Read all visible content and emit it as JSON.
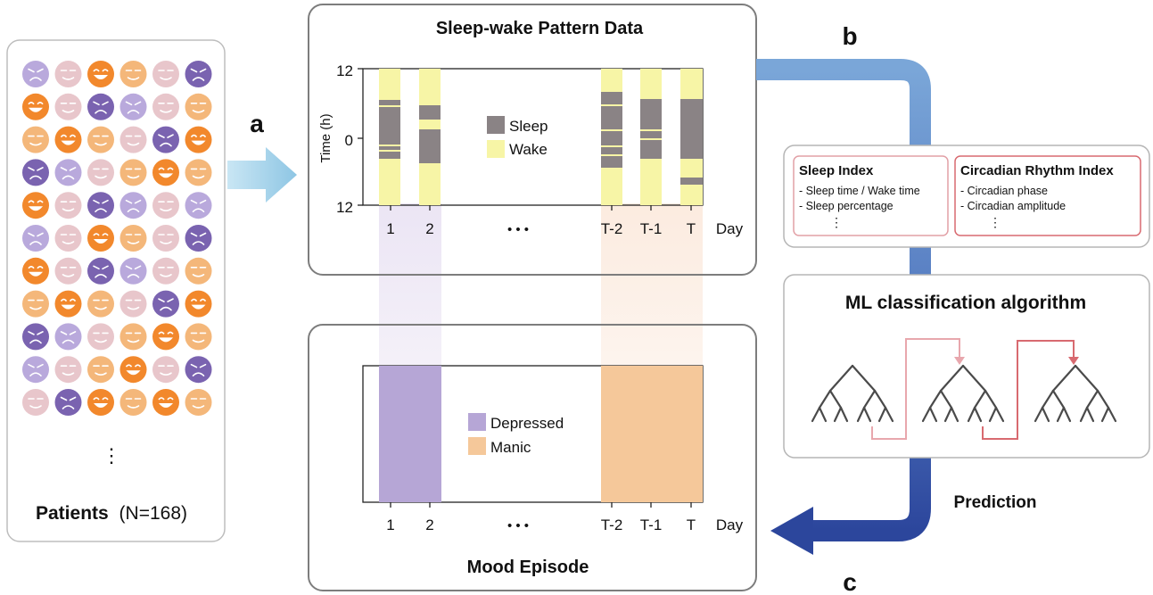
{
  "patients": {
    "title_bold": "Patients",
    "title_rest": "(N=168)",
    "ellipsis": "⋮",
    "face_grid": [
      [
        "sad-lavender",
        "neutral-pink",
        "happy-orange",
        "neutral-peach",
        "neutral-pink",
        "sad-purple"
      ],
      [
        "happy-orange",
        "neutral-pink",
        "sad-purple",
        "sad-lavender",
        "neutral-pink",
        "neutral-peach"
      ],
      [
        "neutral-peach",
        "happy-orange",
        "neutral-peach",
        "neutral-pink",
        "sad-purple",
        "happy-orange"
      ],
      [
        "sad-purple",
        "sad-lavender",
        "neutral-pink",
        "neutral-peach",
        "happy-orange",
        "neutral-peach"
      ],
      [
        "happy-orange",
        "neutral-pink",
        "sad-purple",
        "sad-lavender",
        "neutral-pink",
        "sad-lavender"
      ],
      [
        "sad-lavender",
        "neutral-pink",
        "happy-orange",
        "neutral-peach",
        "neutral-pink",
        "sad-purple"
      ],
      [
        "happy-orange",
        "neutral-pink",
        "sad-purple",
        "sad-lavender",
        "neutral-pink",
        "neutral-peach"
      ],
      [
        "neutral-peach",
        "happy-orange",
        "neutral-peach",
        "neutral-pink",
        "sad-purple",
        "happy-orange"
      ],
      [
        "sad-purple",
        "sad-lavender",
        "neutral-pink",
        "neutral-peach",
        "happy-orange",
        "neutral-peach"
      ],
      [
        "sad-lavender",
        "neutral-pink",
        "neutral-peach",
        "happy-orange",
        "neutral-pink",
        "sad-purple"
      ],
      [
        "neutral-pink",
        "sad-purple",
        "happy-orange",
        "neutral-peach",
        "happy-orange",
        "neutral-peach"
      ]
    ]
  },
  "labels": {
    "a": "a",
    "b": "b",
    "c": "c"
  },
  "sleep_panel": {
    "title": "Sleep-wake Pattern Data",
    "y_axis_label": "Time (h)",
    "y_ticks": [
      "12",
      "0",
      "12"
    ],
    "days": [
      "1",
      "2",
      "T-2",
      "T-1",
      "T"
    ],
    "dots": "• • •",
    "day_label": "Day",
    "legend": [
      {
        "name": "Sleep",
        "color": "#8a8385"
      },
      {
        "name": "Wake",
        "color": "#f7f5a6"
      }
    ]
  },
  "mood_panel": {
    "title": "Mood Episode",
    "days": [
      "1",
      "2",
      "T-2",
      "T-1",
      "T"
    ],
    "dots": "• • •",
    "day_label": "Day",
    "legend": [
      {
        "name": "Depressed",
        "color": "#b6a6d6"
      },
      {
        "name": "Manic",
        "color": "#f5c89a"
      }
    ]
  },
  "index_panel": {
    "sleep_index": {
      "title": "Sleep Index",
      "items": [
        "- Sleep time / Wake time",
        "- Sleep percentage",
        "⋮"
      ]
    },
    "circadian_index": {
      "title": "Circadian Rhythm Index",
      "items": [
        "- Circadian phase",
        "- Circadian amplitude",
        "⋮"
      ]
    }
  },
  "ml_panel": {
    "title": "ML classification algorithm"
  },
  "prediction_label": "Prediction",
  "colors": {
    "panel_border": "#9a9a9a",
    "arrow_light_blue": "#a9d3ea",
    "arrow_blue": "#6a8fc7",
    "arrow_dark_blue": "#2f4ea3",
    "sleep_gray": "#8a8385",
    "wake_yellow": "#f7f5a6",
    "depressed_purple": "#b6a6d6",
    "manic_peach": "#f5c89a",
    "index_border": "#e2a0a6",
    "tree_arrow_pink": "#e8a7ad",
    "tree_arrow_red": "#d86a70",
    "face_sad_lavender": "#b9a9dc",
    "face_sad_purple": "#7a63b0",
    "face_neutral_pink": "#e8c6cb",
    "face_neutral_peach": "#f4b77a",
    "face_happy_orange": "#f2882c"
  }
}
